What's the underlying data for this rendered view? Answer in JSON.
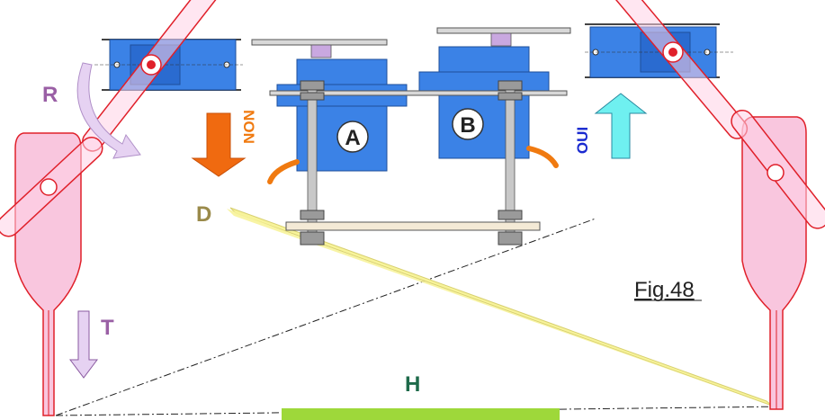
{
  "figure": {
    "label": "Fig.48"
  },
  "labels": {
    "R": "R",
    "T": "T",
    "D": "D",
    "H": "H",
    "A": "A",
    "B": "B",
    "non": "NON",
    "oui": "OUI"
  },
  "colors": {
    "servo_blue": "#3b82e6",
    "servo_dark": "#1f4f9a",
    "pink_fill": "#f9c6de",
    "red_outline": "#e0202a",
    "orange": "#f06a10",
    "cyan": "#6ff0f0",
    "yellow": "#f7f39a",
    "green_bar": "#9ed83a",
    "label_purple": "#9a5fa5",
    "label_olive": "#9a8a4a",
    "label_green": "#1e6a4a",
    "label_orange": "#f07a10",
    "label_blue": "#1a2ad0"
  }
}
